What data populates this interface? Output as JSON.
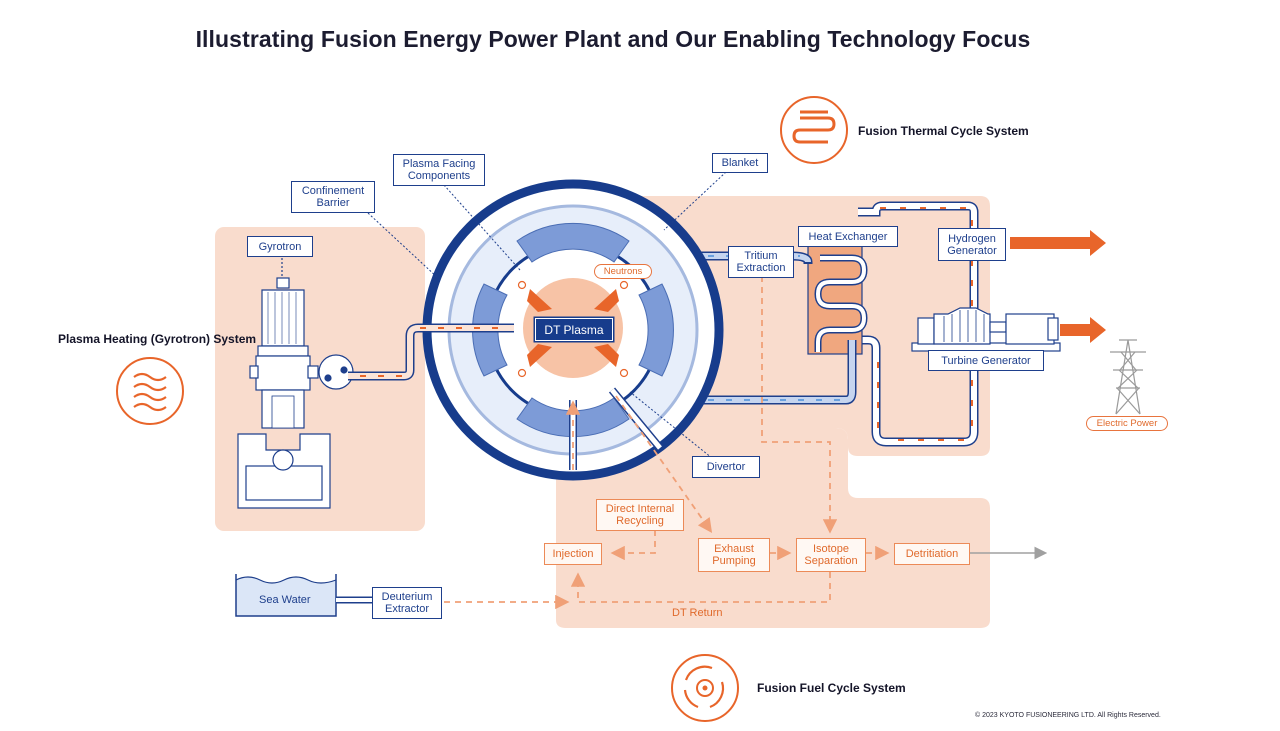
{
  "title": "Illustrating Fusion Energy Power Plant and Our Enabling Technology Focus",
  "systems": {
    "thermal": "Fusion Thermal Cycle System",
    "heating": "Plasma Heating (Gyrotron) System",
    "fuel": "Fusion Fuel Cycle System"
  },
  "components": {
    "gyrotron": "Gyrotron",
    "confinement_barrier": "Confinement Barrier",
    "plasma_facing": "Plasma Facing Components",
    "blanket": "Blanket",
    "neutrons": "Neutrons",
    "dt_plasma": "DT Plasma",
    "tritium_extraction": "Tritium Extraction",
    "heat_exchanger": "Heat Exchanger",
    "hydrogen_generator": "Hydrogen Generator",
    "turbine_generator": "Turbine Generator",
    "electric_power": "Electric Power",
    "divertor": "Divertor"
  },
  "fuel_cycle": {
    "direct_internal_recycling": "Direct Internal Recycling",
    "injection": "Injection",
    "exhaust_pumping": "Exhaust Pumping",
    "isotope_separation": "Isotope Separation",
    "detritiation": "Detritiation",
    "dt_return": "DT Return",
    "sea_water": "Sea Water",
    "deuterium_extractor": "Deuterium Extractor"
  },
  "copyright": "© 2023 KYOTO FUSIONEERING LTD.  All Rights Reserved.",
  "colors": {
    "navy": "#1e3f8c",
    "orange": "#e8652a",
    "panel_peach": "#f9dccd",
    "light_blue": "#a9bde3"
  },
  "icons": [
    "thermal-coil-icon",
    "heat-waves-icon",
    "fuel-cycle-icon",
    "transmission-tower-icon"
  ]
}
